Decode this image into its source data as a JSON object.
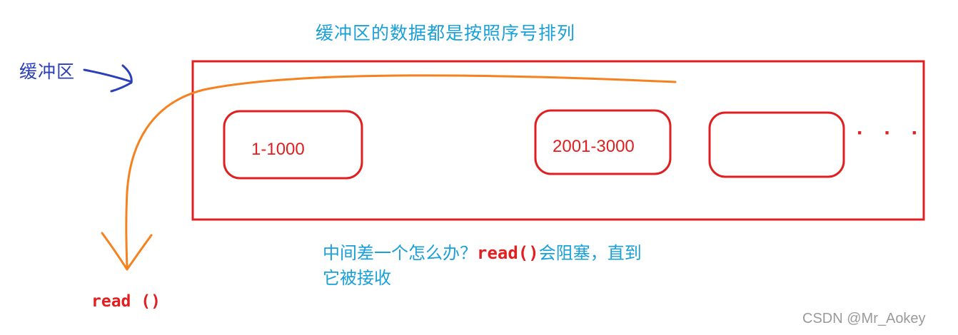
{
  "title": "缓冲区的数据都是按照序号排列",
  "buffer_label": "缓冲区",
  "segments": [
    {
      "label": "1-1000"
    },
    {
      "label": "2001-3000"
    },
    {
      "label": ""
    }
  ],
  "ellipsis": "· · ·",
  "note": {
    "part1": "中间差一个怎么办？",
    "code": "read()",
    "part2": "会阻塞，直到",
    "part3": "它被接收"
  },
  "read_label": "read ()",
  "watermark": "CSDN @Mr_Aokey",
  "colors": {
    "box_red": "#e02020",
    "title_blue": "#1aa0d8",
    "buffer_label_blue": "#2b3fb8",
    "arrow_orange": "#f5821f"
  }
}
